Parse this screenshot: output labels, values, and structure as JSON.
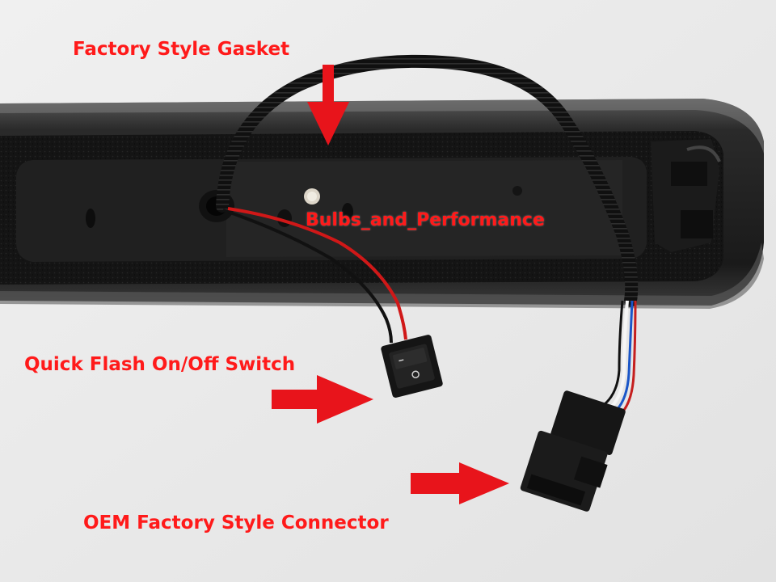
{
  "labels": {
    "gasket": "Factory Style Gasket",
    "switch": "Quick Flash On/Off Switch",
    "connector": "OEM Factory Style Connector"
  },
  "watermark": "Bulbs_and_Performance",
  "colors": {
    "annotation_red": "#e8141b",
    "background": "#ececec",
    "housing": "#1c1c1c",
    "gasket_foam": "#151515",
    "wire_red": "#d01818",
    "wire_black": "#111111"
  },
  "icons": {
    "gasket_arrow": "arrow-down-icon",
    "switch_arrow": "arrow-right-icon",
    "connector_arrow": "arrow-right-icon"
  }
}
